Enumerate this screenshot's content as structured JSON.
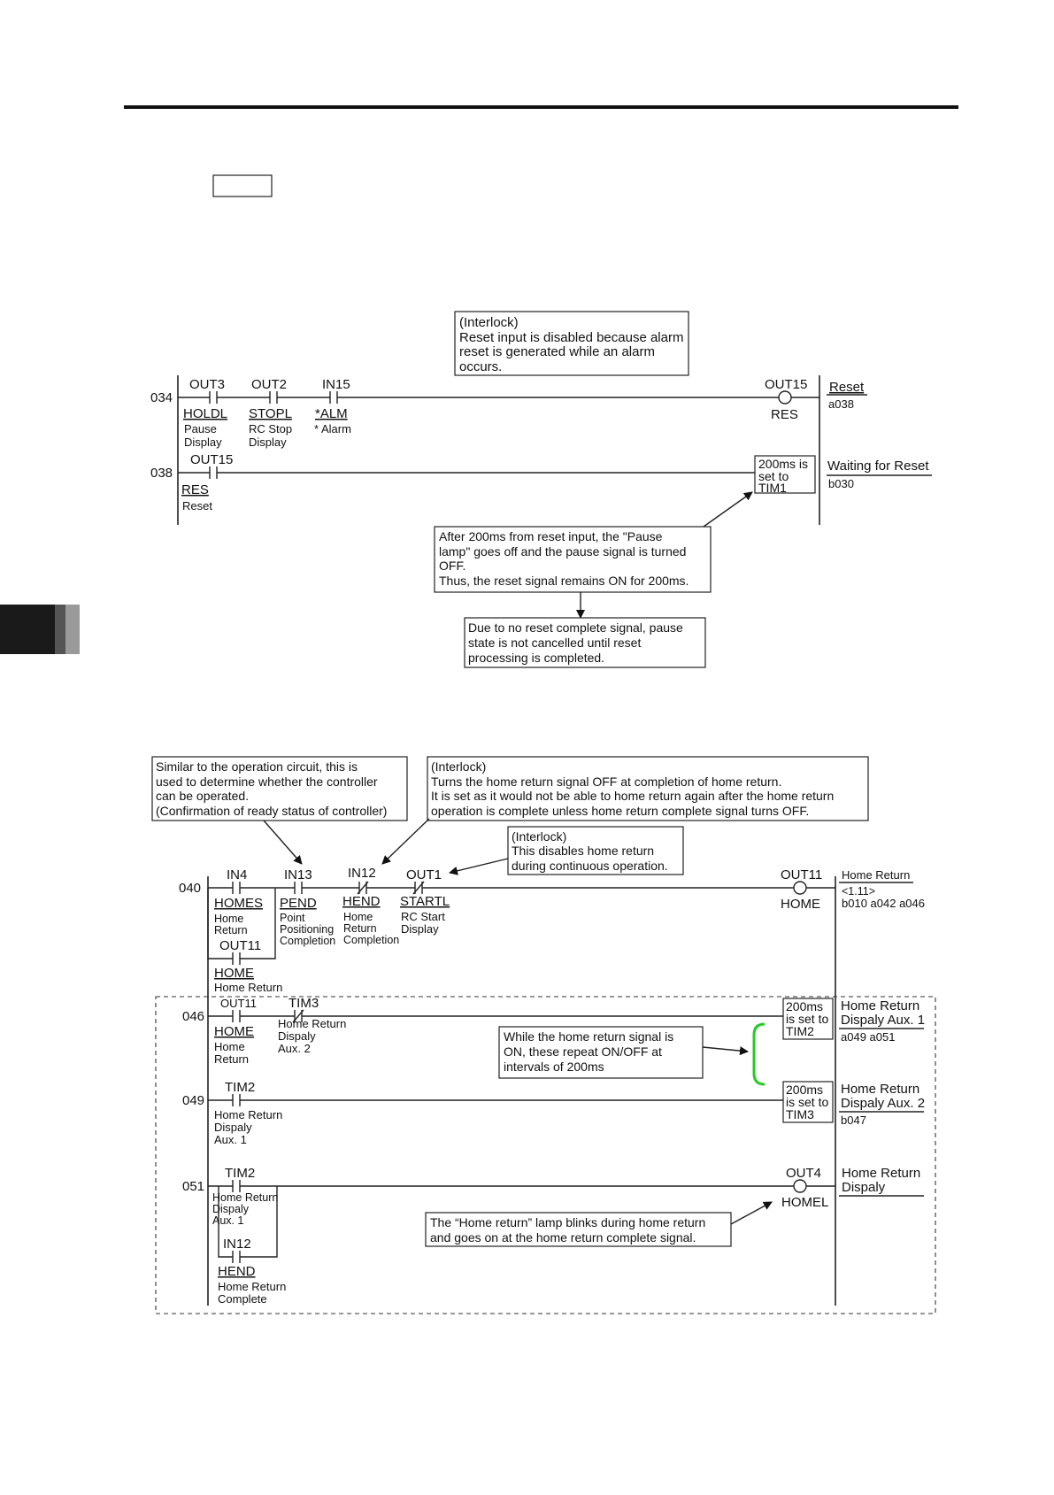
{
  "section1": {
    "interlock_note": [
      "(Interlock)",
      "Reset input is disabled because alarm",
      "reset is generated while an alarm",
      "occurs."
    ],
    "rung_034": {
      "number": "034",
      "contacts": [
        {
          "addr": "OUT3",
          "sym": "HOLDL",
          "desc": [
            "Pause",
            "Display"
          ]
        },
        {
          "addr": "OUT2",
          "sym": "STOPL",
          "desc": [
            "RC Stop",
            "Display"
          ]
        },
        {
          "addr": "IN15",
          "sym": "*ALM",
          "desc": [
            "* Alarm"
          ]
        }
      ],
      "coil": {
        "addr": "OUT15",
        "sym": "RES"
      },
      "right": {
        "title": "Reset",
        "ref": "a038"
      }
    },
    "rung_038": {
      "number": "038",
      "contact": {
        "addr": "OUT15",
        "sym": "RES",
        "desc": "Reset"
      },
      "timer": [
        "200ms is",
        "set to",
        "TIM1"
      ],
      "right": {
        "title": "Waiting for Reset",
        "ref": "b030"
      }
    },
    "note_200ms": [
      "After 200ms from reset input, the \"Pause",
      "lamp\" goes off and the pause signal is turned",
      "OFF.",
      "Thus, the reset signal remains ON for 200ms."
    ],
    "note_complete": [
      "Due to no reset complete signal, pause",
      "state is not cancelled until reset",
      "processing is completed."
    ]
  },
  "section2": {
    "note_similar": [
      "Similar to the operation circuit, this is",
      "used to determine whether the controller",
      "can be operated.",
      "(Confirmation of ready status of controller)"
    ],
    "note_interlock_home": [
      "(Interlock)",
      "Turns the home return signal OFF at completion of home return.",
      "It is set as it would not be able to home return again after the home return",
      "operation is complete unless home return complete signal turns OFF."
    ],
    "note_interlock_cont": [
      "(Interlock)",
      "This disables home return",
      "during continuous operation."
    ],
    "rung_040": {
      "number": "040",
      "contacts": [
        {
          "addr": "IN4",
          "sym": "HOMES",
          "desc": [
            "Home",
            "Return"
          ]
        },
        {
          "addr": "IN13",
          "sym": "PEND",
          "desc": [
            "Point",
            "Positioning",
            "Completion"
          ]
        },
        {
          "addr": "IN12",
          "sym": "HEND",
          "desc": [
            "Home",
            "Return",
            "Completion"
          ]
        },
        {
          "addr": "OUT1",
          "sym": "STARTL",
          "desc": [
            "RC Start",
            "Display"
          ]
        }
      ],
      "branch": {
        "addr": "OUT11",
        "sym": "HOME",
        "desc": "Home Return"
      },
      "coil": {
        "addr": "OUT11",
        "sym": "HOME"
      },
      "right": {
        "title": "Home Return",
        "line2": "<1.11>",
        "ref": "b010 a042 a046"
      }
    },
    "rung_046": {
      "number": "046",
      "contacts": [
        {
          "addr": "OUT11",
          "sym": "HOME",
          "desc": [
            "Home",
            "Return"
          ]
        },
        {
          "addr": "TIM3",
          "sym": "",
          "desc": [
            "Home Return",
            "Dispaly",
            "Aux. 2"
          ]
        }
      ],
      "timer": [
        "200ms",
        "is set to",
        "TIM2"
      ],
      "right": {
        "title": "Home Return",
        "line2": "Dispaly Aux. 1",
        "ref": "a049 a051"
      }
    },
    "note_blink": [
      "While the home return signal is",
      "ON, these repeat ON/OFF at",
      "intervals of 200ms"
    ],
    "rung_049": {
      "number": "049",
      "contact": {
        "addr": "TIM2",
        "desc": [
          "Home Return",
          "Dispaly",
          "Aux. 1"
        ]
      },
      "timer": [
        "200ms",
        "is set to",
        "TIM3"
      ],
      "right": {
        "title": "Home Return",
        "line2": "Dispaly Aux. 2",
        "ref": "b047"
      }
    },
    "rung_051": {
      "number": "051",
      "contact": {
        "addr": "TIM2",
        "desc": [
          "Home Return",
          "Dispaly",
          "Aux. 1"
        ]
      },
      "branch": {
        "addr": "IN12",
        "sym": "HEND",
        "desc": [
          "Home Return",
          "Complete"
        ]
      },
      "coil": {
        "addr": "OUT4",
        "sym": "HOMEL"
      },
      "right": {
        "title": "Home Return",
        "line2": "Dispaly"
      }
    },
    "note_lamp": [
      "The “Home return” lamp blinks during home return",
      "and goes on at the home return complete signal."
    ]
  },
  "colors": {
    "bracket": "#22cc22",
    "tab_dark": "#1a1a1a",
    "tab_mid": "#555555",
    "tab_light": "#9a9a9a"
  }
}
